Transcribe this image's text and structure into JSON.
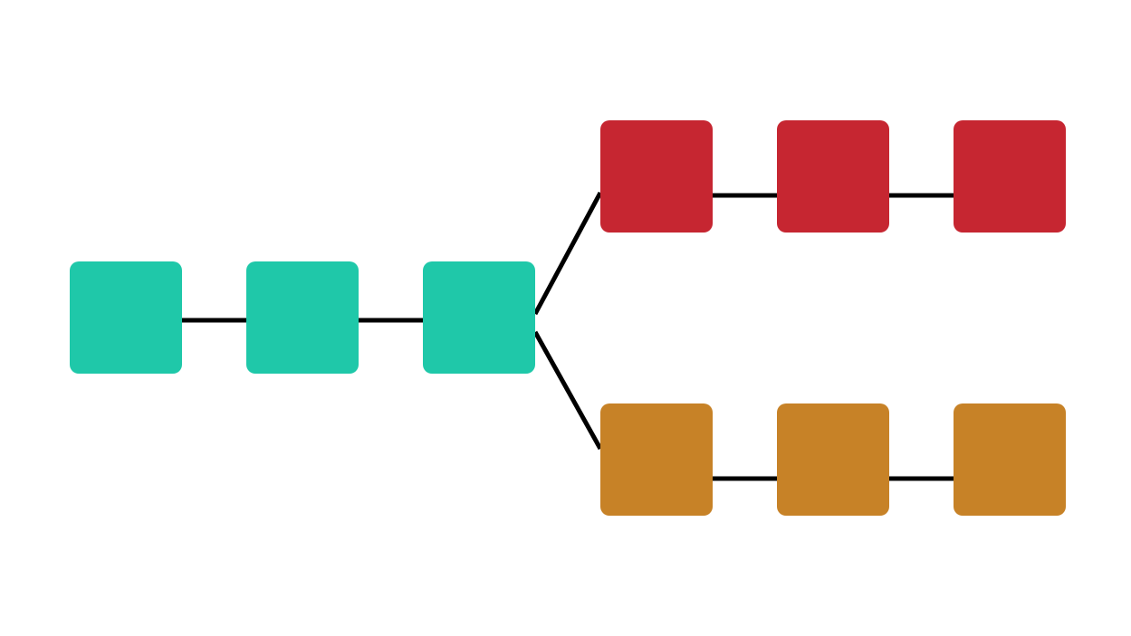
{
  "diagram": {
    "type": "branching-chain",
    "colors": {
      "background": "#ffffff",
      "connector": "#000000",
      "trunk": "#1fc8a9",
      "upper_branch": "#c62631",
      "lower_branch": "#c78227"
    },
    "groups": [
      {
        "id": "trunk",
        "color_key": "trunk",
        "block_count": 3
      },
      {
        "id": "upper-branch",
        "color_key": "upper_branch",
        "block_count": 3
      },
      {
        "id": "lower-branch",
        "color_key": "lower_branch",
        "block_count": 3
      }
    ],
    "branch_from": "trunk"
  }
}
